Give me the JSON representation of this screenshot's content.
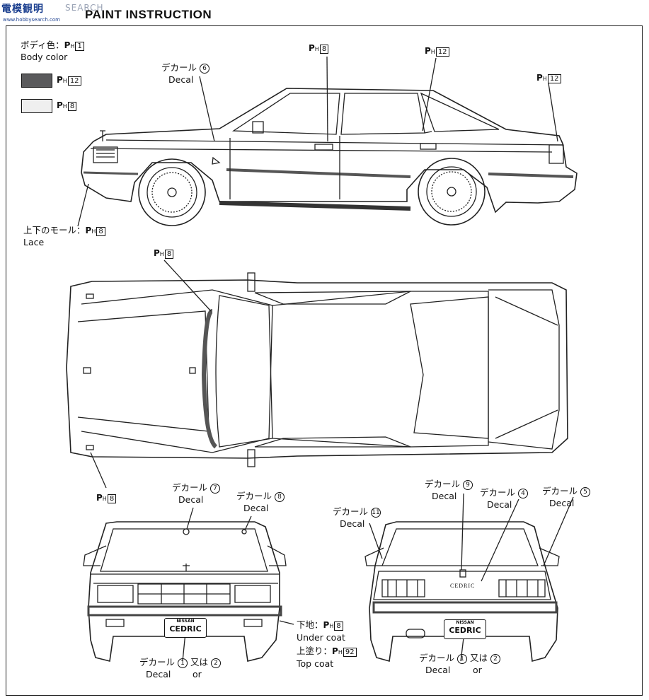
{
  "header": {
    "watermark": "電模観明",
    "watermark_sub": "www.hobbysearch.com",
    "watermark_search": "SEARCH",
    "title": "PAINT INSTRUCTION"
  },
  "legend": {
    "body_color_jp": "ボディ色：",
    "body_color_en": "Body color",
    "body_color_code": "1",
    "swatches": [
      {
        "color": "#5a5a5c",
        "code": "12"
      },
      {
        "color": "#efefef",
        "code": "8"
      }
    ]
  },
  "ph_prefix_p": "P",
  "ph_prefix_h": "H",
  "side_view": {
    "decal6_jp": "デカール",
    "decal6_num": "6",
    "decal6_en": "Decal",
    "callouts": [
      "8",
      "12",
      "12"
    ],
    "lace_jp": "上下のモール：",
    "lace_code": "8",
    "lace_en": "Lace"
  },
  "top_view": {
    "callout_top": "8",
    "callout_bottom": "8"
  },
  "front_view": {
    "decal7_jp": "デカール",
    "decal7_num": "7",
    "decal7_en": "Decal",
    "decal8_jp": "デカール",
    "decal8_num": "8",
    "decal8_en": "Decal",
    "plate": "CEDRIC",
    "plate_small": "NISSAN",
    "undercoat_jp": "下地：",
    "undercoat_code": "8",
    "undercoat_en": "Under coat",
    "topcoat_jp": "上塗り：",
    "topcoat_code": "92",
    "topcoat_en": "Top coat",
    "decal_bottom_jp": "デカール",
    "decal_bottom_num1": "1",
    "or_jp": "又は",
    "decal_bottom_num2": "2",
    "decal_bottom_en": "Decal",
    "or_en": "or"
  },
  "rear_view": {
    "decal9_jp": "デカール",
    "decal9_num": "9",
    "decal9_en": "Decal",
    "decal4_jp": "デカール",
    "decal4_num": "4",
    "decal4_en": "Decal",
    "decal5_jp": "デカール",
    "decal5_num": "5",
    "decal5_en": "Decal",
    "decal11_jp": "デカール",
    "decal11_num": "11",
    "decal11_en": "Decal",
    "trunk_badge": "CEDRIC",
    "plate": "CEDRIC",
    "plate_small": "NISSAN",
    "decal_bottom_jp": "デカール",
    "decal_bottom_num1": "1",
    "or_jp": "又は",
    "decal_bottom_num2": "2",
    "decal_bottom_en": "Decal",
    "or_en": "or"
  }
}
